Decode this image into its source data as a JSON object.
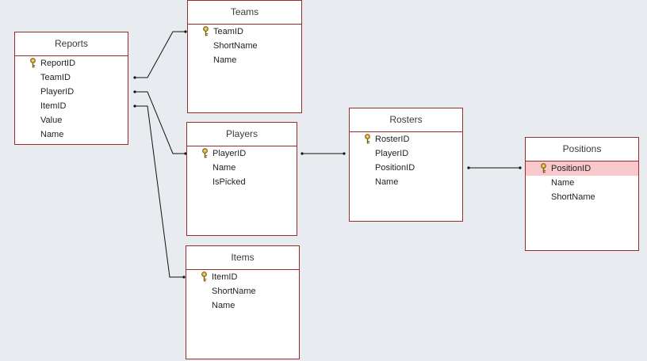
{
  "colors": {
    "background": "#e8ebef",
    "table_border": "#9b2b2b",
    "selected_field": "#f8c8cc",
    "key_icon": "#c9a227"
  },
  "tables": {
    "reports": {
      "title": "Reports",
      "fields": [
        {
          "name": "ReportID",
          "key": true
        },
        {
          "name": "TeamID",
          "key": false
        },
        {
          "name": "PlayerID",
          "key": false
        },
        {
          "name": "ItemID",
          "key": false
        },
        {
          "name": "Value",
          "key": false
        },
        {
          "name": "Name",
          "key": false
        }
      ]
    },
    "teams": {
      "title": "Teams",
      "fields": [
        {
          "name": "TeamID",
          "key": true
        },
        {
          "name": "ShortName",
          "key": false
        },
        {
          "name": "Name",
          "key": false
        }
      ]
    },
    "players": {
      "title": "Players",
      "fields": [
        {
          "name": "PlayerID",
          "key": true
        },
        {
          "name": "Name",
          "key": false
        },
        {
          "name": "IsPicked",
          "key": false
        }
      ]
    },
    "items": {
      "title": "Items",
      "fields": [
        {
          "name": "ItemID",
          "key": true
        },
        {
          "name": "ShortName",
          "key": false
        },
        {
          "name": "Name",
          "key": false
        }
      ]
    },
    "rosters": {
      "title": "Rosters",
      "fields": [
        {
          "name": "RosterID",
          "key": true
        },
        {
          "name": "PlayerID",
          "key": false
        },
        {
          "name": "PositionID",
          "key": false
        },
        {
          "name": "Name",
          "key": false
        }
      ]
    },
    "positions": {
      "title": "Positions",
      "fields": [
        {
          "name": "PositionID",
          "key": true,
          "selected": true
        },
        {
          "name": "Name",
          "key": false
        },
        {
          "name": "ShortName",
          "key": false
        }
      ]
    }
  },
  "relationships": [
    {
      "from": "Reports.TeamID",
      "to": "Teams.TeamID"
    },
    {
      "from": "Reports.PlayerID",
      "to": "Players.PlayerID"
    },
    {
      "from": "Reports.ItemID",
      "to": "Items.ItemID"
    },
    {
      "from": "Players.PlayerID",
      "to": "Rosters.PlayerID"
    },
    {
      "from": "Rosters.PositionID",
      "to": "Positions.PositionID"
    }
  ]
}
